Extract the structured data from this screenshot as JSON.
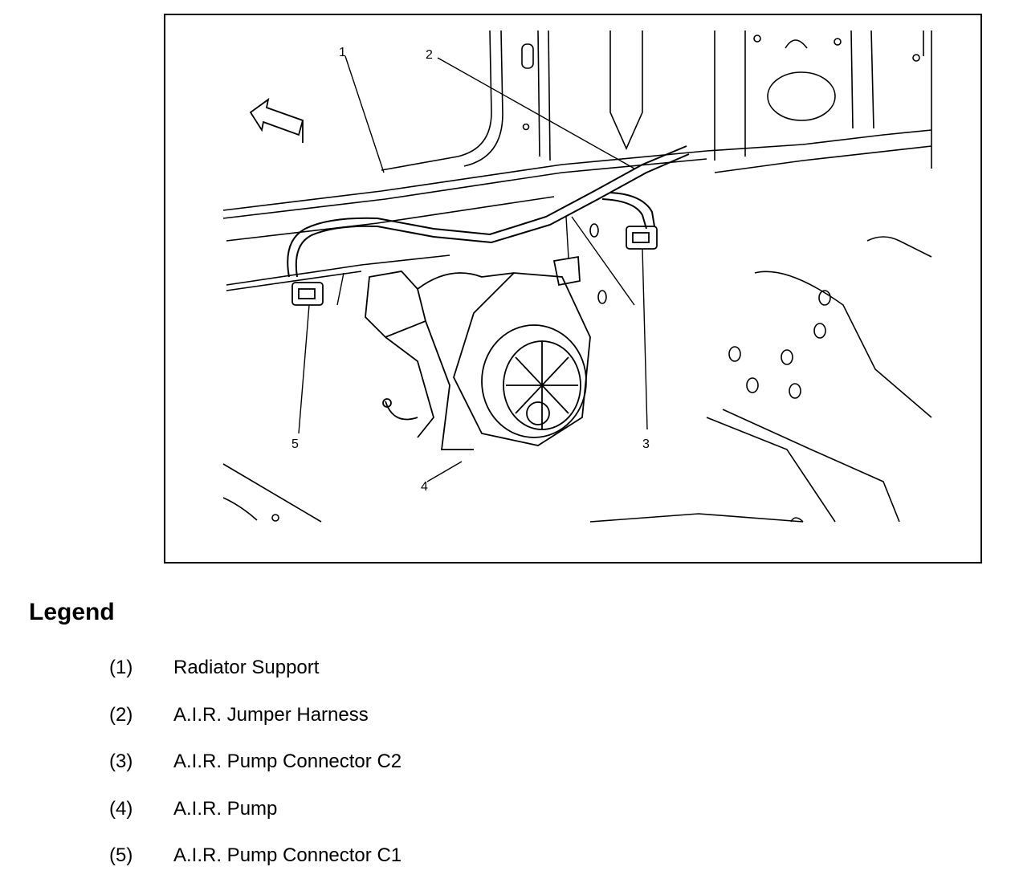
{
  "diagram": {
    "callouts": [
      "1",
      "2",
      "3",
      "4",
      "5"
    ]
  },
  "legend": {
    "title": "Legend",
    "items": [
      {
        "num": "(1)",
        "label": "Radiator Support"
      },
      {
        "num": "(2)",
        "label": "A.I.R. Jumper Harness"
      },
      {
        "num": "(3)",
        "label": "A.I.R. Pump Connector C2"
      },
      {
        "num": "(4)",
        "label": "A.I.R. Pump"
      },
      {
        "num": "(5)",
        "label": "A.I.R. Pump Connector C1"
      }
    ]
  }
}
